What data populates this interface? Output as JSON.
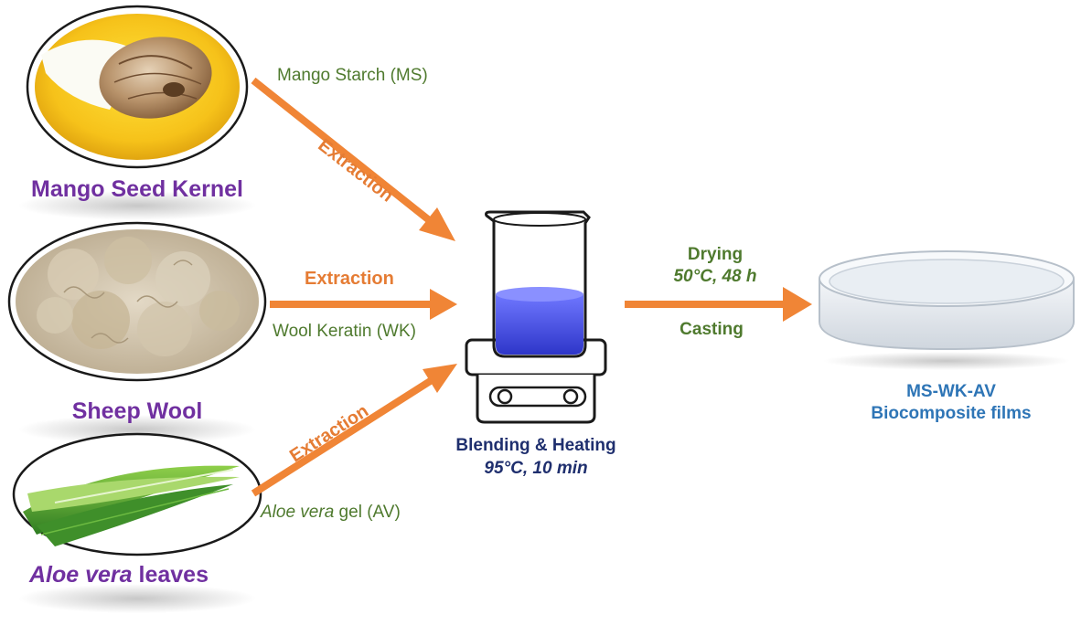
{
  "sources": {
    "mango": {
      "name": "Mango Seed Kernel",
      "product": "Mango Starch (MS)",
      "step": "Extraction"
    },
    "wool": {
      "name": "Sheep Wool",
      "product": "Wool Keratin (WK)",
      "step": "Extraction"
    },
    "aloe": {
      "name_italic": "Aloe vera",
      "name_rest": " leaves",
      "product_italic": "Aloe vera",
      "product_rest": " gel (AV)",
      "step": "Extraction"
    }
  },
  "process": {
    "title": "Blending & Heating",
    "conditions": "95°C, 10 min"
  },
  "drying": {
    "title": "Drying",
    "conditions": "50°C, 48 h",
    "method": "Casting"
  },
  "result": {
    "line1": "MS-WK-AV",
    "line2": "Biocomposite films"
  },
  "colors": {
    "arrow": "#f08536",
    "source_label": "#7030a0",
    "product_label": "#4f7a2e",
    "process_label": "#1f2f6e",
    "result_label": "#2e75b6",
    "solution": "#3b44e0"
  }
}
